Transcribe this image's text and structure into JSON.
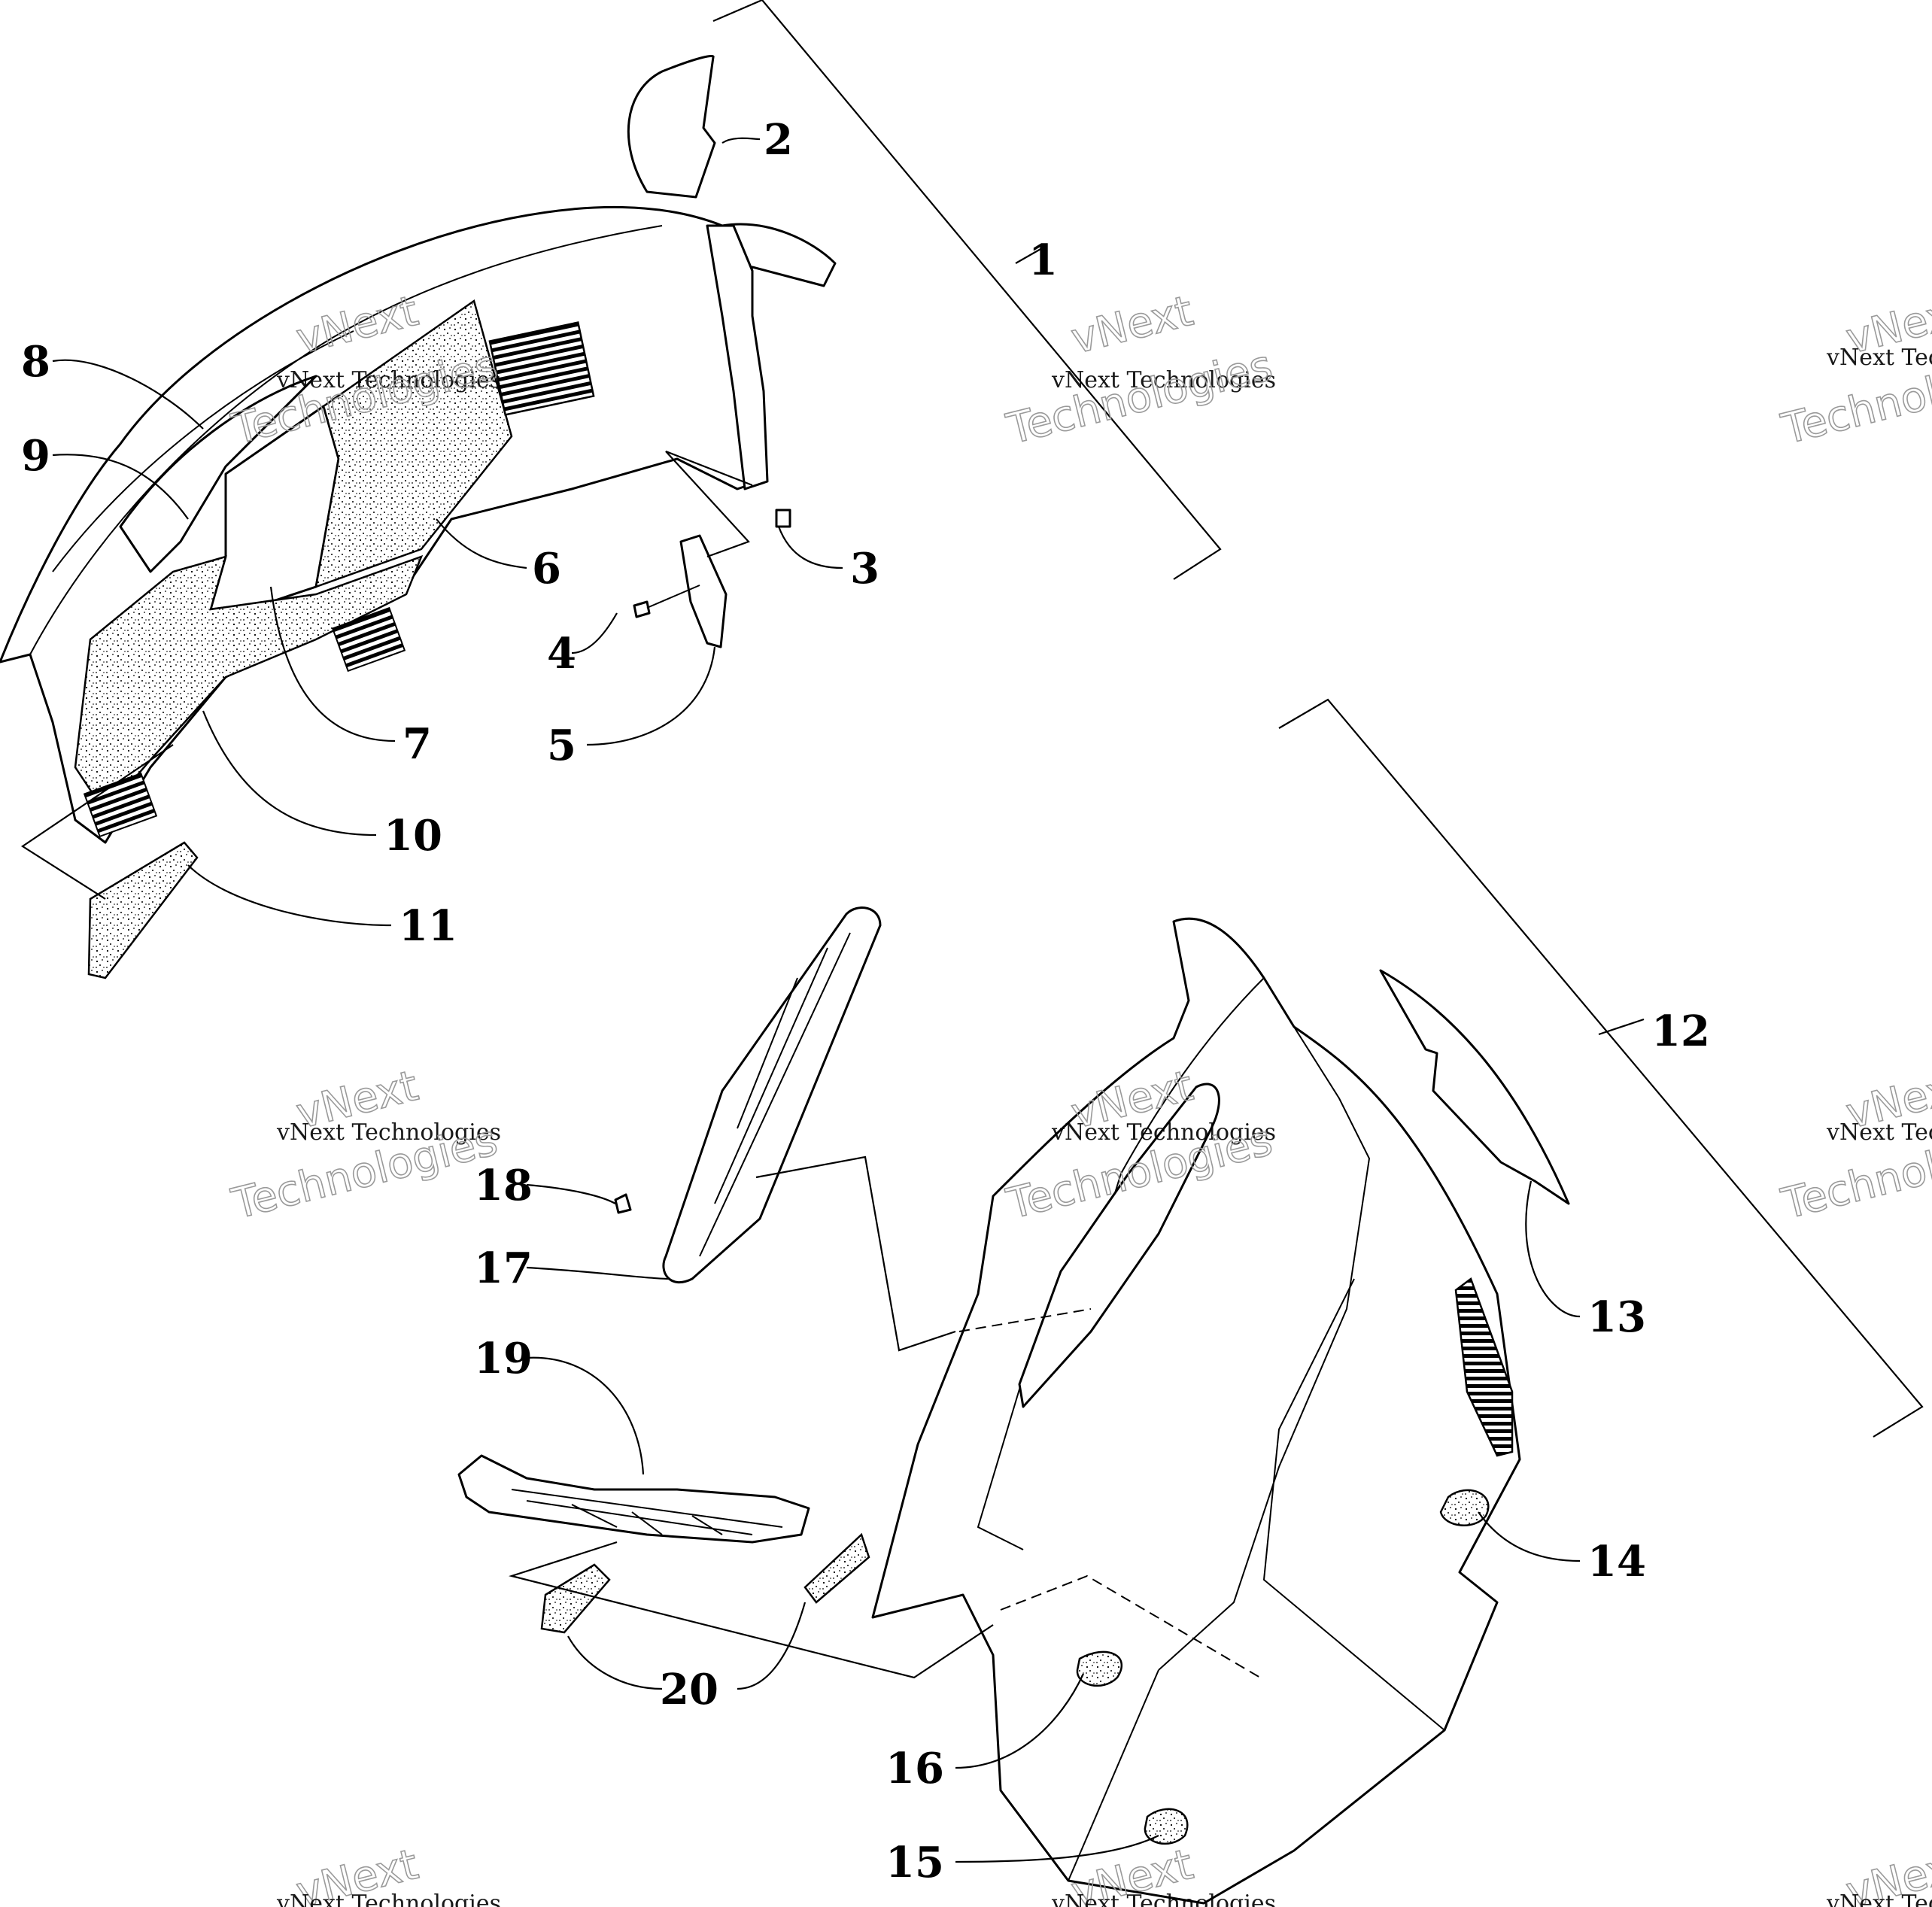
{
  "diagram": {
    "callouts": [
      "1",
      "2",
      "3",
      "4",
      "5",
      "6",
      "7",
      "8",
      "9",
      "10",
      "11",
      "12",
      "13",
      "14",
      "15",
      "16",
      "17",
      "18",
      "19",
      "20"
    ],
    "watermark": {
      "line1": "vNext Technologies",
      "line2": "vNext",
      "line3": "Technologies"
    }
  }
}
